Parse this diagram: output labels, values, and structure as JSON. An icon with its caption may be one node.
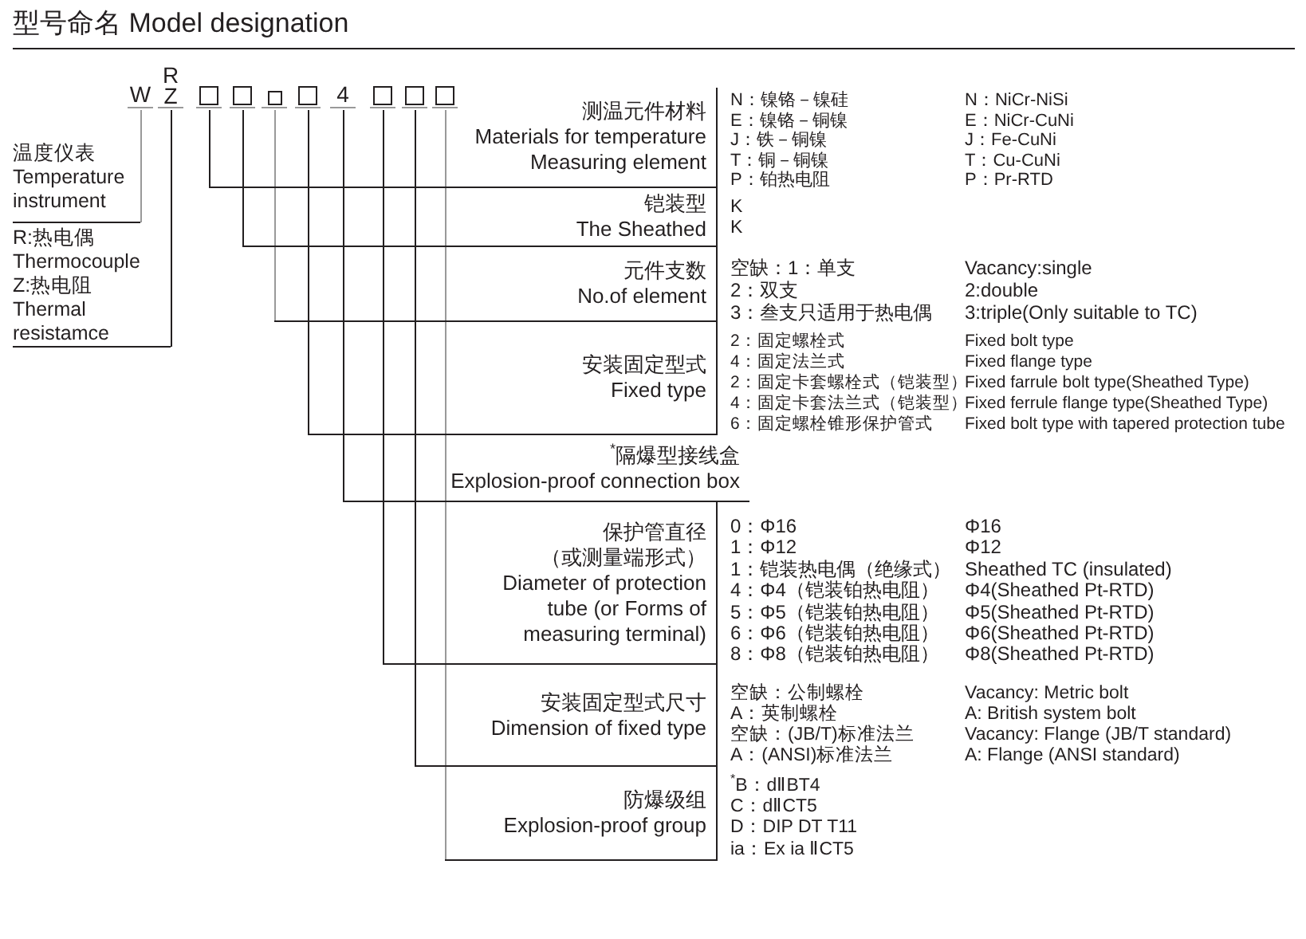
{
  "diagram": {
    "title": "型号命名 Model designation",
    "nodes": [
      {
        "text": [
          "W"
        ]
      },
      {
        "text": [
          "R",
          "Z"
        ]
      },
      {
        "text": [],
        "shape": "box"
      },
      {
        "text": [],
        "shape": "box"
      },
      {
        "text": [],
        "shape": "box"
      },
      {
        "text": [],
        "shape": "box"
      },
      {
        "text": [
          "4"
        ]
      },
      {
        "text": [],
        "shape": "box"
      },
      {
        "text": [],
        "shape": "box"
      },
      {
        "text": [],
        "shape": "box"
      },
      {
        "text": [
          "温度仪表",
          "Temperature instrument"
        ]
      },
      {
        "text": [
          "R:热电偶",
          "Thermocouple",
          "Z:热电阻",
          "Thermal resistamce"
        ]
      },
      {
        "text": [
          "测温元件材料",
          "Materials for temperature Measuring element"
        ],
        "beside": [
          "N：镍铬－镍硅",
          "N：NiCr-NiSi",
          "E：镍铬－铜镍",
          "E：NiCr-CuNi",
          "J：铁－铜镍",
          "J：Fe-CuNi",
          "T：铜－铜镍",
          "T：Cu-CuNi",
          "P：铂热电阻",
          "P：Pr-RTD"
        ]
      },
      {
        "text": [
          "铠装型",
          "The Sheathed"
        ],
        "beside": [
          "K",
          "K"
        ]
      },
      {
        "text": [
          "元件支数",
          "No.of element"
        ],
        "beside": [
          "空缺：1：单支",
          "Vacancy:single",
          "2：双支",
          "2:double",
          "3：叁支只适用于热电偶",
          "3:triple(Only suitable to TC)"
        ]
      },
      {
        "text": [
          "安装固定型式",
          "Fixed type"
        ],
        "beside": [
          "2：固定螺栓式",
          "Fixed bolt type",
          "4：固定法兰式",
          "Fixed flange type",
          "2：固定卡套螺栓式（铠装型）",
          "Fixed farrule bolt type(Sheathed Type)",
          "4：固定卡套法兰式（铠装型）",
          "Fixed ferrule flange type(Sheathed Type)",
          "6：固定螺栓锥形保护管式",
          "Fixed bolt type with tapered protection tube"
        ]
      },
      {
        "text": [
          "$^{*}$隔爆型接线盒",
          "Explosion-proof connection box"
        ]
      },
      {
        "text": [
          "保护管直径（或测量端形式）",
          "Diameter of protection tube (or Forms of measuring terminal)"
        ],
        "beside": [
          "0：Φ16",
          "Φ16",
          "1：Φ12",
          "Φ12",
          "1：铠装热电偶（绝缘式）",
          "Sheathed TC (insulated)",
          "4：Φ4（铠装铂热电阻）",
          "Φ4(Sheathed Pt-RTD)",
          "5：Φ5（铠装铂热电阻）",
          "Φ5(Sheathed Pt-RTD)",
          "6：Φ6（铠装铂热电阻）",
          "Φ6(Sheathed Pt-RTD)",
          "8：Φ8（铠装铂热电阻）",
          "Φ8(Sheathed Pt-RTD)"
        ]
      },
      {
        "text": [
          "安装固定型式尺寸",
          "Dimension of fixed type"
        ],
        "beside": [
          "空缺：公制螺栓",
          "Vacancy: Metric bolt",
          "A：英制螺栓",
          "A: British system bolt",
          "空缺：(JB/T)标准法兰",
          "Vacancy: Flange (JB/T standard)",
          "A：(ANSI)标准法兰",
          "A: Flange (ANSI standard)"
        ]
      },
      {
        "text": [
          "防爆级组",
          "Explosion-proof group"
        ],
        "beside": [
          "$^{*}$B：dⅡBT4",
          "C：dⅡCT5",
          "D：DIP DT T11",
          "ia：Ex ia ⅡCT5"
        ]
      }
    ],
    "edges": [
      {
        "from": 0,
        "to": 10,
        "arrow": "none",
        "color": "#999999"
      },
      {
        "from": 1,
        "to": 11,
        "arrow": "none"
      },
      {
        "from": 2,
        "to": 12,
        "arrow": "none"
      },
      {
        "from": 3,
        "to": 13,
        "arrow": "none"
      },
      {
        "from": 4,
        "to": 14,
        "arrow": "none",
        "color": "#999999"
      },
      {
        "from": 5,
        "to": 15,
        "arrow": "none"
      },
      {
        "from": 6,
        "to": 16,
        "arrow": "none"
      },
      {
        "from": 7,
        "to": 17,
        "arrow": "none"
      },
      {
        "from": 8,
        "to": 18,
        "arrow": "none"
      },
      {
        "from": 9,
        "to": 19,
        "arrow": "none",
        "color": "#999999"
      }
    ]
  }
}
